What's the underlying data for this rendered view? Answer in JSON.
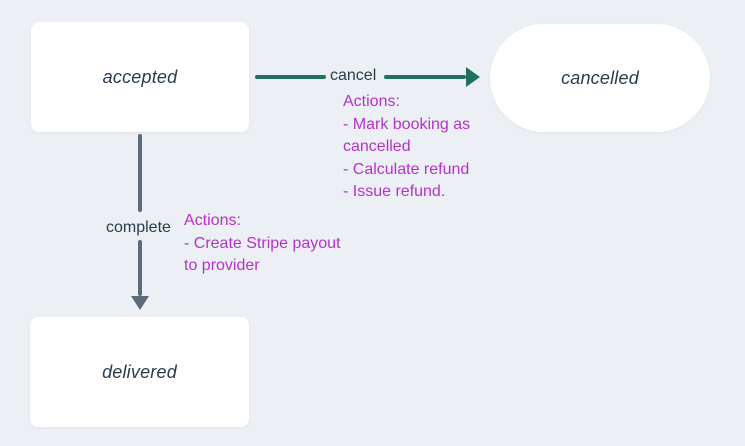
{
  "diagram": {
    "nodes": {
      "accepted": {
        "label": "accepted",
        "shape": "rounded-rect"
      },
      "cancelled": {
        "label": "cancelled",
        "shape": "stadium"
      },
      "delivered": {
        "label": "delivered",
        "shape": "rounded-rect"
      }
    },
    "edges": {
      "cancel": {
        "label": "cancel",
        "from": "accepted",
        "to": "cancelled",
        "actions": [
          "Actions:",
          "- Mark booking as",
          "cancelled",
          "- Calculate refund",
          "- Issue refund."
        ]
      },
      "complete": {
        "label": "complete",
        "from": "accepted",
        "to": "delivered",
        "actions": [
          "Actions:",
          "- Create Stripe payout",
          "to provider"
        ]
      }
    },
    "colors": {
      "background": "#ecf0f5",
      "node_fill": "#ffffff",
      "node_text": "#2a3b4c",
      "cancel_edge": "#20705e",
      "complete_edge": "#5c6b7c",
      "actions_text": "#b631cc"
    }
  }
}
